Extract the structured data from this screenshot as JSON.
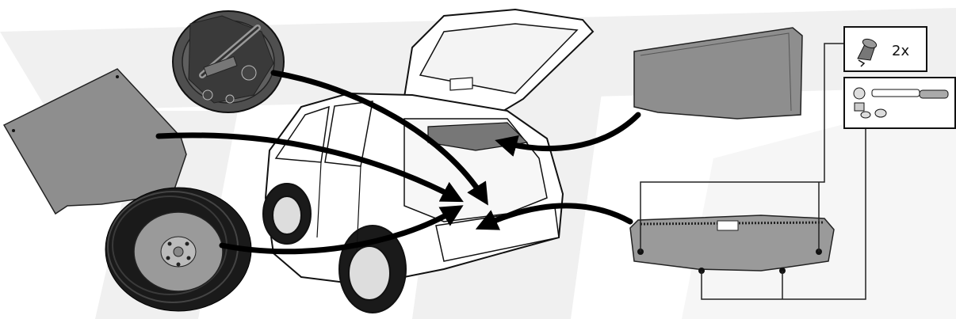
{
  "diagram": {
    "parts": {
      "spare_wheel": {
        "name": "spare-wheel"
      },
      "floor_mat": {
        "name": "floor-mat"
      },
      "tool_tray": {
        "name": "tool-tray"
      },
      "parcel_shelf": {
        "name": "parcel-shelf"
      },
      "rear_trim_panel": {
        "name": "rear-trim-panel"
      },
      "car": {
        "name": "car-hatchback-open"
      }
    },
    "clip_box": {
      "icon": "clip-icon",
      "label": "2x"
    },
    "tool_box": {
      "icon": "ratchet-wrench-icon"
    },
    "colors": {
      "line": "#111111",
      "part_fill": "#8f8f8f",
      "dark_part_fill": "#5c5c5c",
      "watermark": "#f2f2f2"
    }
  }
}
